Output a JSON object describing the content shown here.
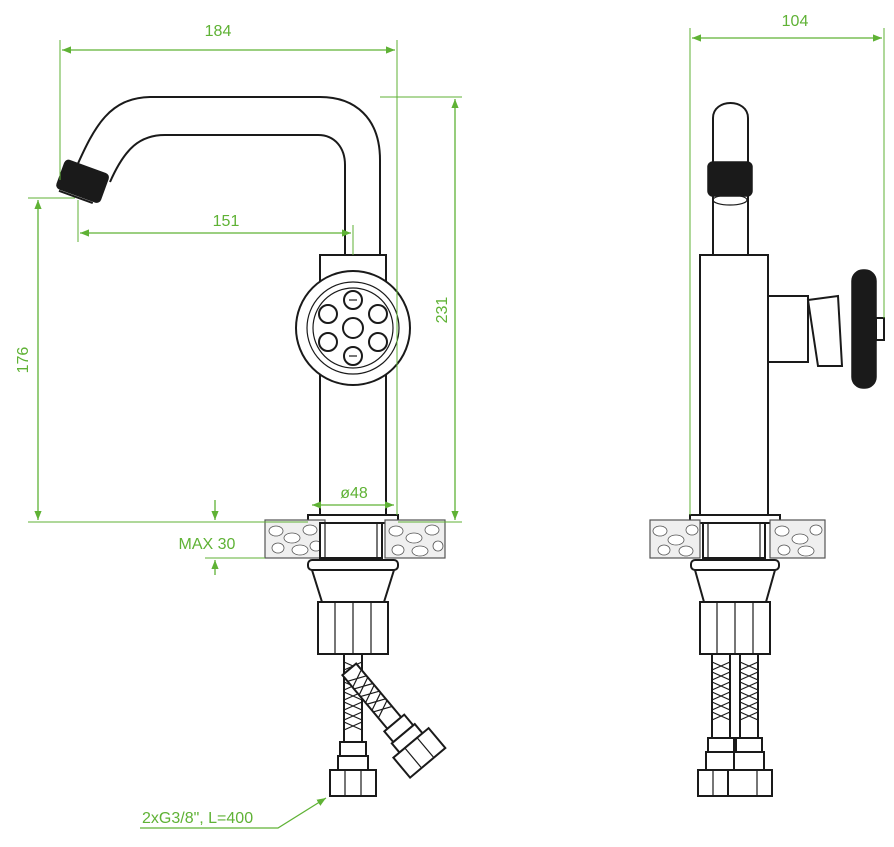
{
  "dimensions": {
    "overall_width": "184",
    "spout_reach": "151",
    "spout_height": "176",
    "overall_height": "231",
    "base_diameter": "ø48",
    "max_countertop": "MAX 30",
    "side_width": "104",
    "hose_spec": "2xG3/8\", L=400"
  },
  "colors": {
    "dimension_lines": "#5fb235",
    "outline": "#1a1a1a",
    "background": "#ffffff"
  }
}
